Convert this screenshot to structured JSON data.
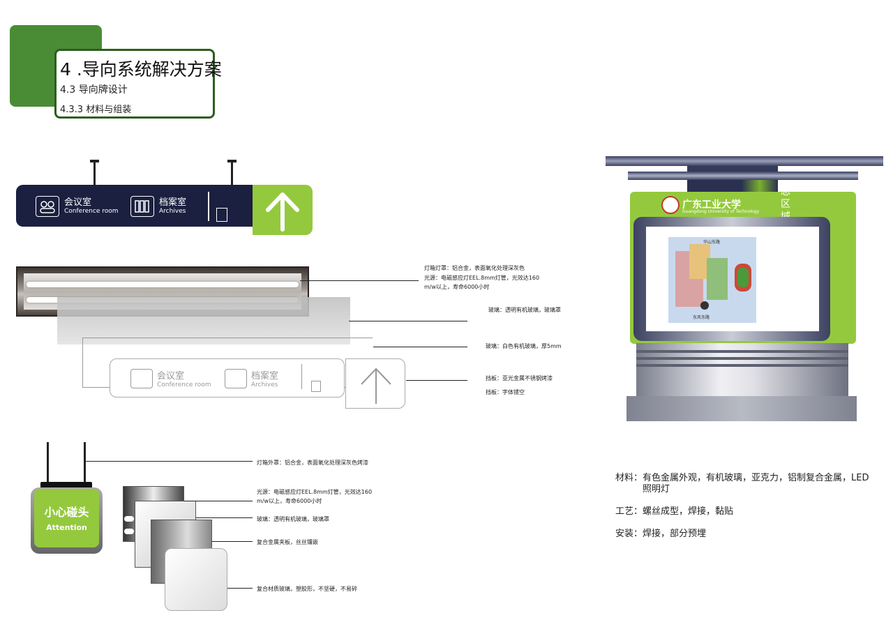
{
  "header": {
    "title": "4 .导向系统解决方案",
    "subtitle": "4.3 导向牌设计",
    "section": "4.3.3  材料与组装"
  },
  "hanging_sign": {
    "room1_cn": "会议室",
    "room1_en": "Conference room",
    "room2_cn": "档案室",
    "room2_en": "Archives",
    "colors": {
      "navy": "#1b2040",
      "green": "#94c93d"
    }
  },
  "exploded_annotations": {
    "a1_line1": "灯箱灯罩：铝合金，表面氧化处理深灰色",
    "a1_line2": "光源：电磁感应灯EEL.8mm灯管，光效达160",
    "a1_line3": "m/w以上，寿命6000小时",
    "a2": "玻璃：透明有机玻璃，玻璃罩",
    "a3": "玻璃：白色有机玻璃，厚5mm",
    "a4": "挡板：亚光金属不锈钢烤漆",
    "a5": "挡板：字体镂空"
  },
  "small_sign": {
    "cn": "小心碰头",
    "en": "Attention",
    "a1": "灯箱外罩：铝合金，表面氧化处理深灰色烤漆",
    "a2_line1": "光源：电磁感应灯EEL.8mm灯管，光效达160",
    "a2_line2": "m/w以上，寿命6000小时",
    "a3": "玻璃：透明有机玻璃，玻璃罩",
    "a4": "复合金属夹板，丝丝镶嵌",
    "a5": "复合材质玻璃，塑胶形，不坚硬，不易碎"
  },
  "kiosk": {
    "university_cn": "广东工业大学",
    "university_en": "Guangdong University of Technology",
    "vertical_title": "总区域图",
    "map_label_top": "华山东路",
    "map_label_bottom": "东风东路"
  },
  "specs": {
    "materials": "材料：有色金属外观，有机玻璃，亚克力，铝制复合金属，LED",
    "materials_cont": "照明灯",
    "process": "工艺：螺丝成型，焊接，黏贴",
    "install": "安装：焊接，部分预埋"
  }
}
